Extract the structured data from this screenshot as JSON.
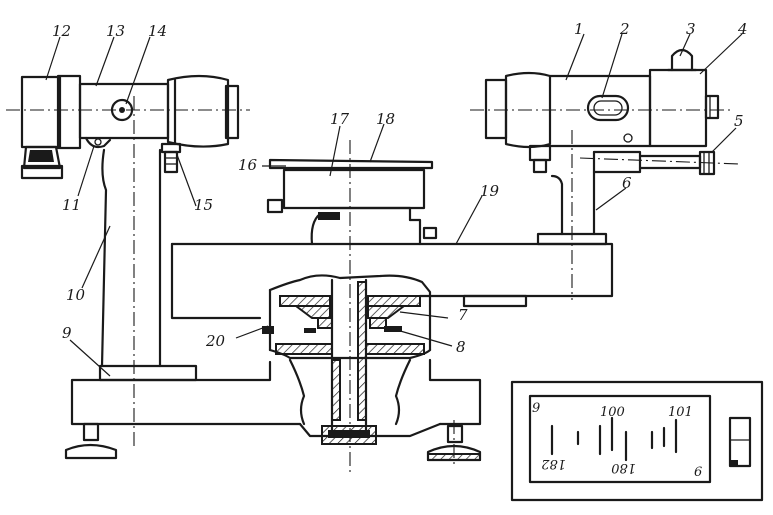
{
  "callouts": {
    "c1": "1",
    "c2": "2",
    "c3": "3",
    "c4": "4",
    "c5": "5",
    "c6": "6",
    "c7": "7",
    "c8": "8",
    "c9": "9",
    "c10": "10",
    "c11": "11",
    "c12": "12",
    "c13": "13",
    "c14": "14",
    "c15": "15",
    "c16": "16",
    "c17": "17",
    "c18": "18",
    "c19": "19",
    "c20": "20"
  },
  "scale": {
    "n100": "100",
    "n101": "101",
    "n182": "182",
    "n180": "180",
    "n9": "9",
    "n6": "6"
  }
}
